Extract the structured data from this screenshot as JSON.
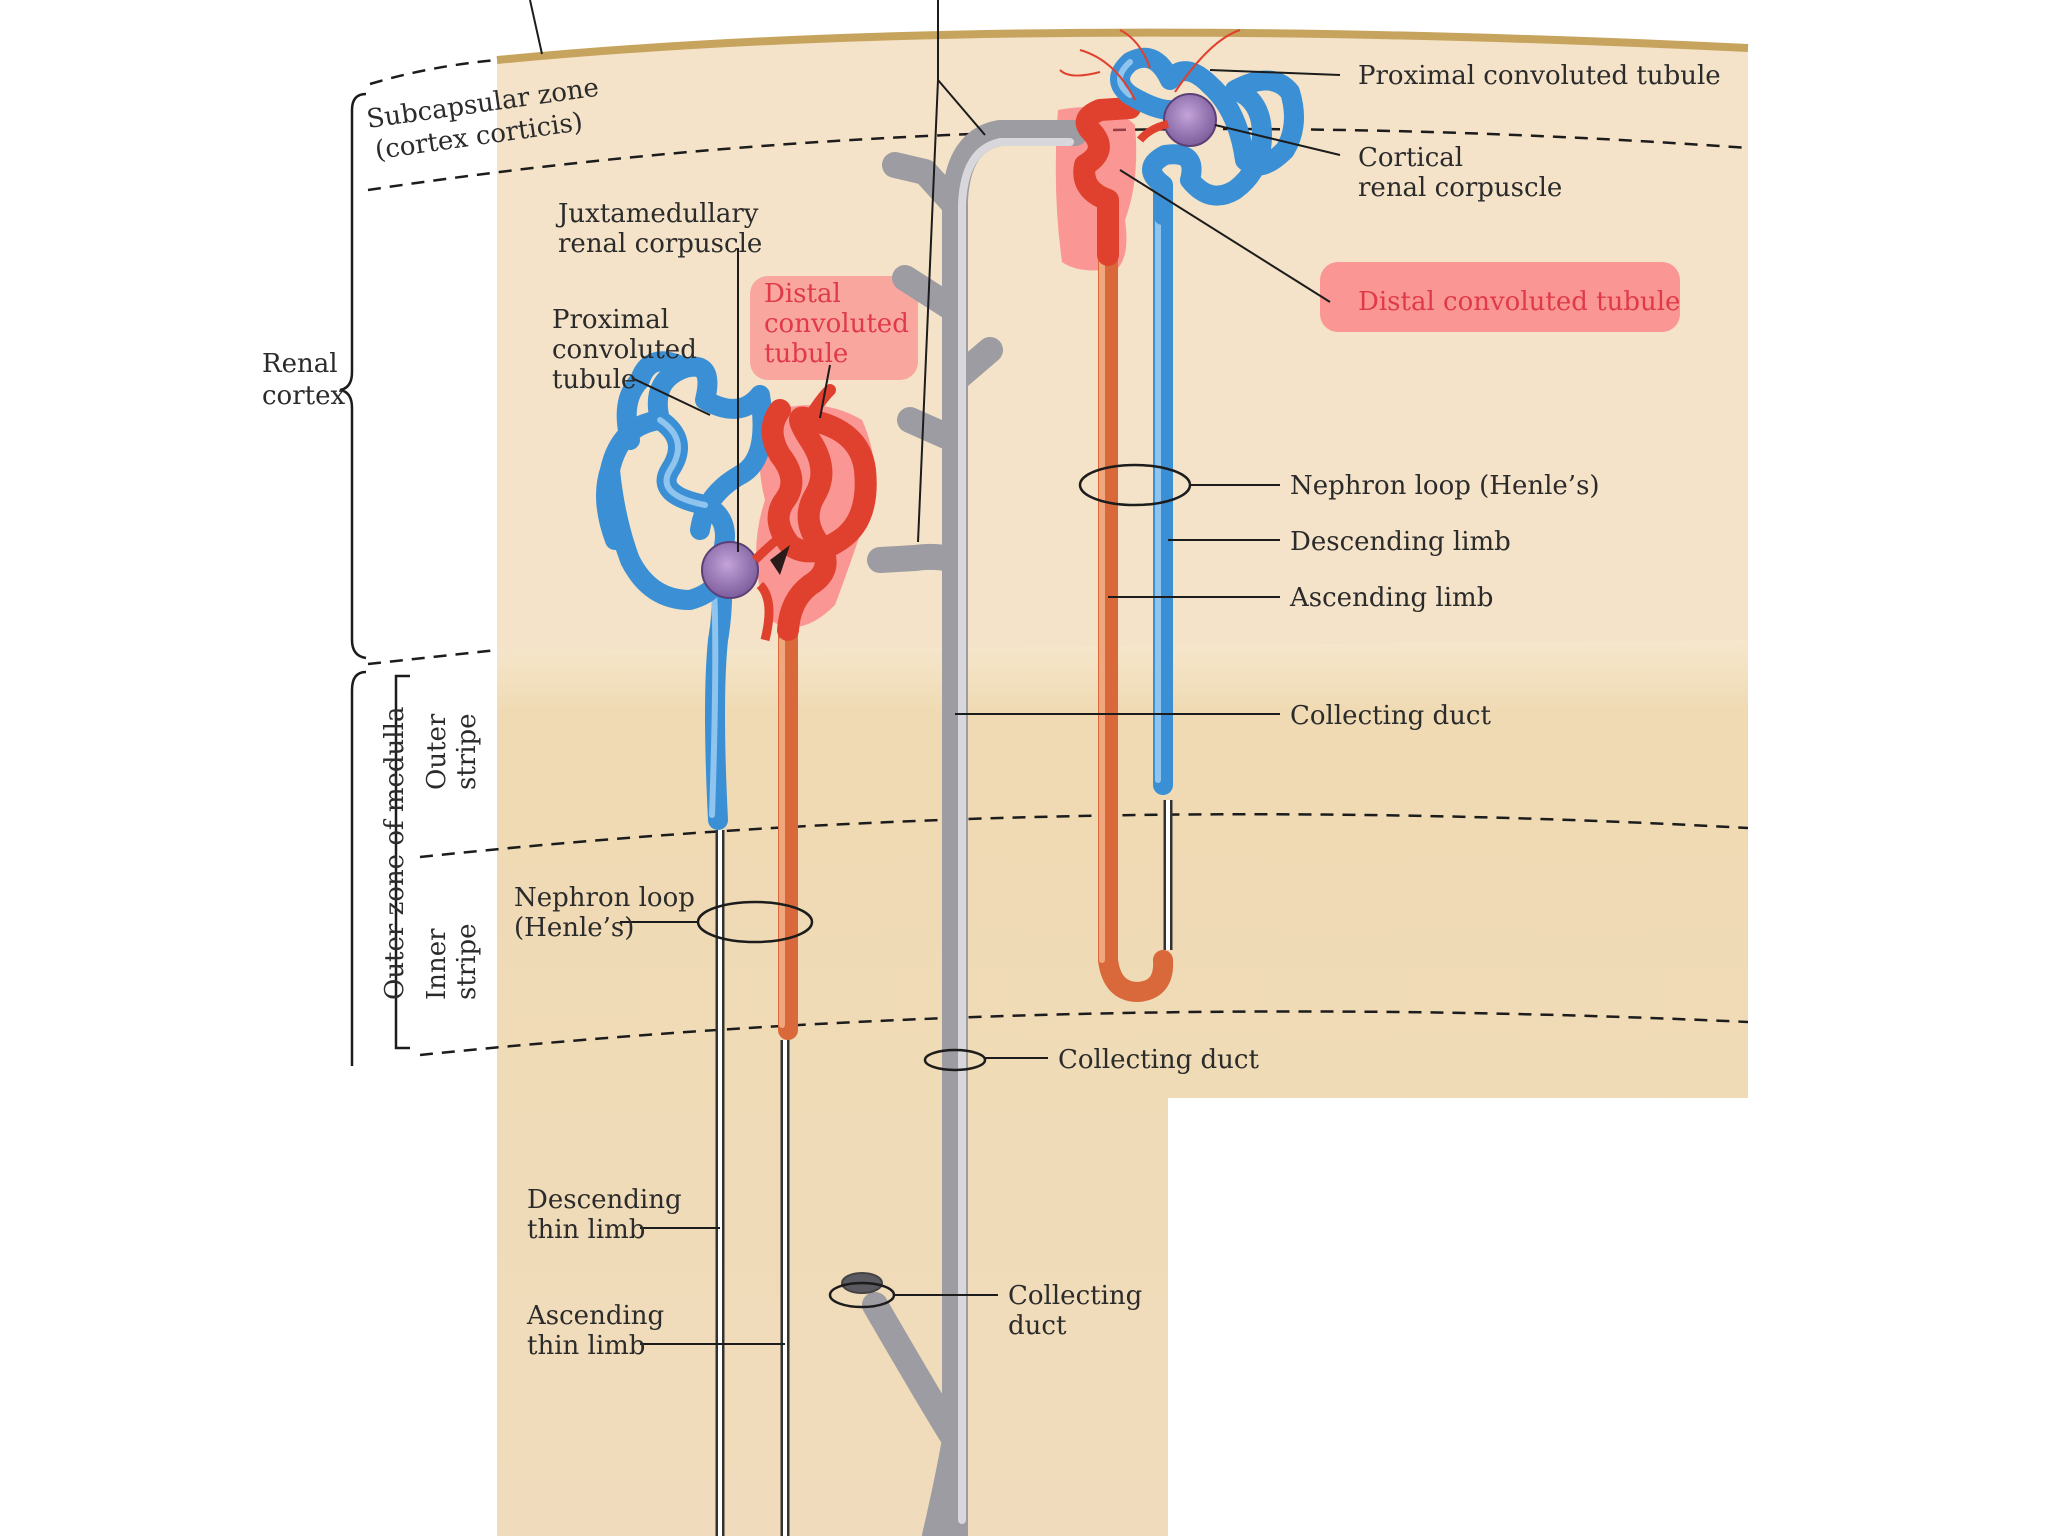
{
  "labels": {
    "subcapsular_zone": [
      "Subcapsular zone",
      "(cortex corticis)"
    ],
    "renal_cortex": [
      "Renal",
      "cortex"
    ],
    "outer_zone_medulla": "Outer zone of medulla",
    "outer_stripe": [
      "Outer",
      "stripe"
    ],
    "inner_stripe": [
      "Inner",
      "stripe"
    ],
    "juxtamedullary_corpuscle": [
      "Juxtamedullary",
      "renal corpuscle"
    ],
    "proximal_left": [
      "Proximal",
      "convoluted",
      "tubule"
    ],
    "distal_left": [
      "Distal",
      "convoluted",
      "tubule"
    ],
    "proximal_right": "Proximal convoluted tubule",
    "cortical_corpuscle": [
      "Cortical",
      "renal corpuscle"
    ],
    "distal_right": "Distal convoluted tubule",
    "nephron_loop_right": "Nephron loop (Henle’s)",
    "descending_limb": "Descending limb",
    "ascending_limb": "Ascending limb",
    "collecting_duct_1": "Collecting duct",
    "nephron_loop_left": [
      "Nephron loop",
      "(Henle’s)"
    ],
    "collecting_duct_2": "Collecting duct",
    "descending_thin": [
      "Descending",
      "thin limb"
    ],
    "ascending_thin": [
      "Ascending",
      "thin limb"
    ],
    "collecting_duct_3": [
      "Collecting",
      "duct"
    ]
  },
  "colors": {
    "cortex": "#f4e3c8",
    "medulla_outer": "#efdcb7",
    "medulla_inner": "#f2e2c6",
    "capsule": "#c7a45e",
    "proximal_tubule": "#3b8fd4",
    "distal_tubule": "#e0412e",
    "highlight": "#ff5a6a",
    "collecting_duct": "#9c9ca2",
    "corpuscle": "#8a6aa8"
  }
}
